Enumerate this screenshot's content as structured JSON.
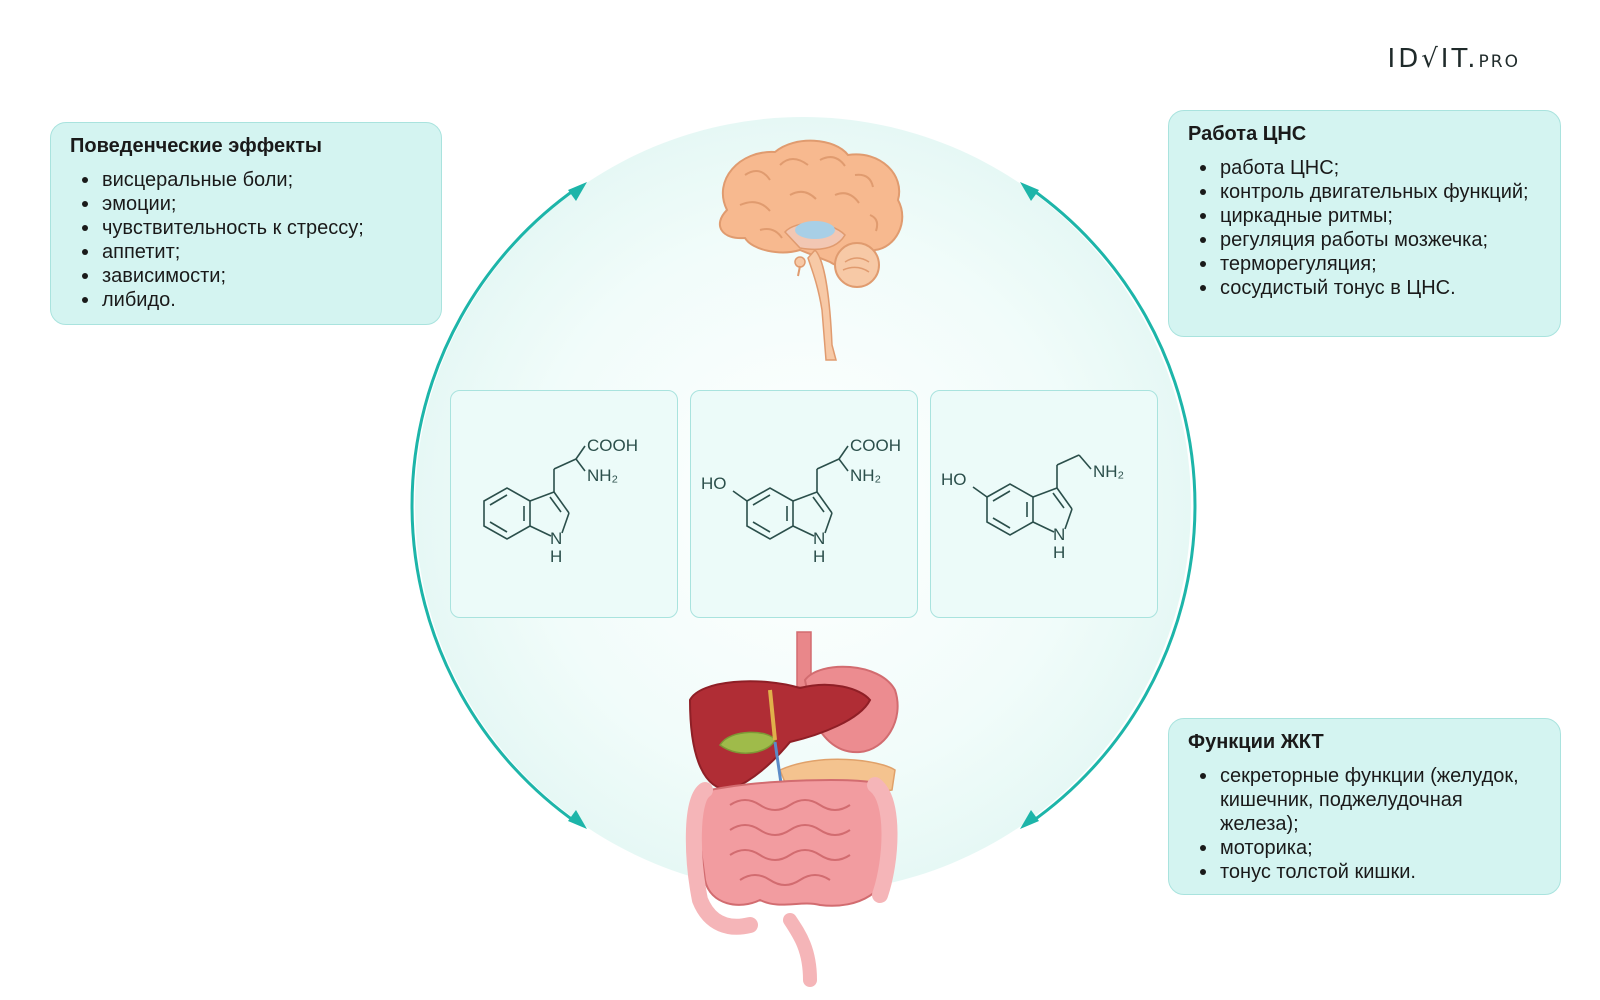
{
  "logo": {
    "main": "ID√IT.",
    "suffix": "PRO"
  },
  "boxes": {
    "behavior": {
      "title": "Поведенческие эффекты",
      "items": [
        "висцеральные боли;",
        "эмоции;",
        "чувствительность к стрессу;",
        "аппетит;",
        "зависимости;",
        "либидо."
      ]
    },
    "cns": {
      "title": "Работа ЦНС",
      "items": [
        "работа ЦНС;",
        "контроль двигательных функций;",
        "циркадные ритмы;",
        "регуляция работы мозжечка;",
        "терморегуляция;",
        "сосудистый тонус в ЦНС."
      ]
    },
    "git": {
      "title": "Функции ЖКТ",
      "items": [
        "секреторные функции (желудок, кишечник, поджелудочная железа);",
        "моторика;",
        "тонус толстой кишки."
      ]
    }
  },
  "molecules": [
    {
      "acid": "COOH",
      "amine": "NH₂",
      "nh": "N",
      "h": "H"
    },
    {
      "acid": "COOH",
      "amine": "NH₂",
      "nh": "N",
      "h": "H",
      "oh": "HO"
    },
    {
      "amine": "NH₂",
      "nh": "N",
      "h": "H",
      "oh": "HO"
    }
  ],
  "colors": {
    "accent": "#1db5a9",
    "box_fill": "#d4f4f1",
    "box_border": "#a9e3de",
    "circle_fill": "#eefbf9"
  },
  "icons": [
    "brain-illustration",
    "digestive-system-illustration",
    "arrow-icon"
  ]
}
